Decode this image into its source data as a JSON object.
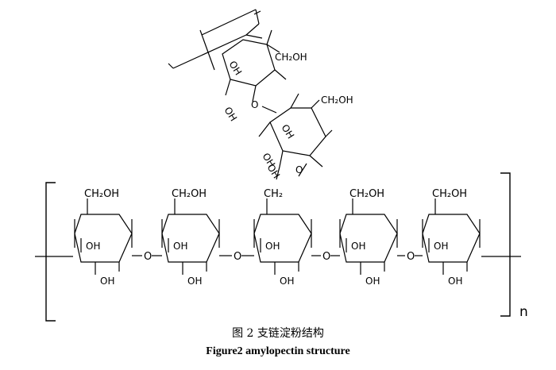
{
  "structure": {
    "ring_substituent_top": "CH₂OH",
    "ring_substituent_top_branch": "CH₂",
    "hydroxyl": "OH",
    "ring_oxygen": "O",
    "glycosidic_oxygen": "O",
    "repeat_subscript": "n"
  },
  "caption": {
    "chinese": "图 2  支链淀粉结构",
    "english": "Figure2 amylopectin structure"
  }
}
